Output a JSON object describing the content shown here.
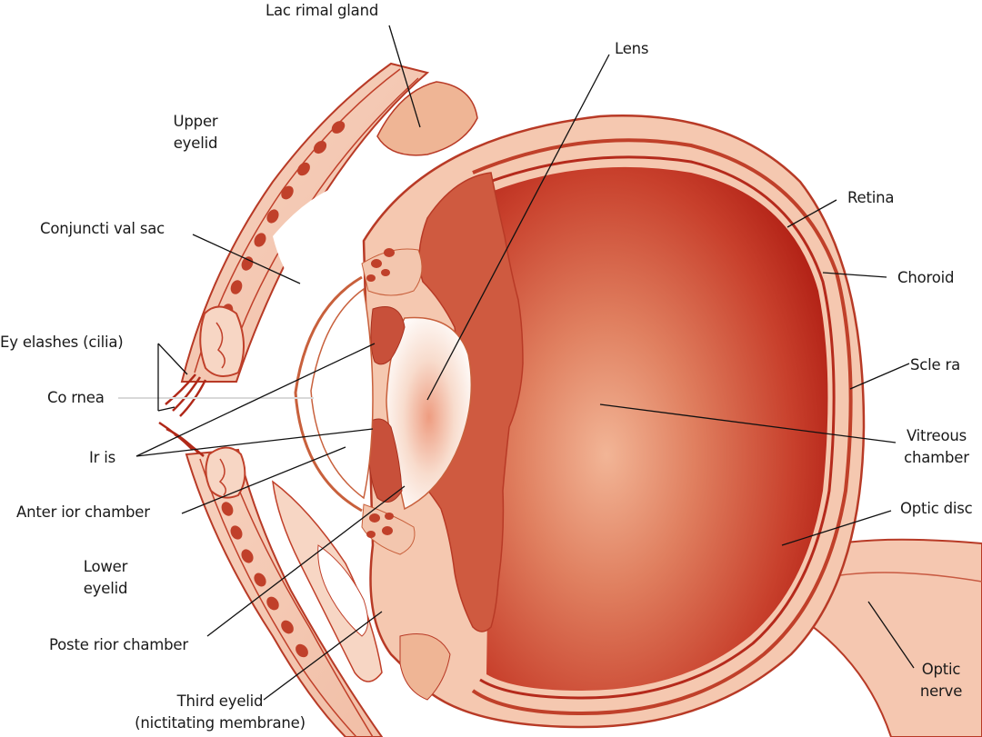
{
  "labels": {
    "lacrimal_gland": "Lac rimal gland",
    "lens": "Lens",
    "upper_eyelid": [
      "Upper",
      "eyelid"
    ],
    "conjunctival_sac": "Conjuncti val sac",
    "retina": "Retina",
    "choroid": "Choroid",
    "eyelashes": "Ey elashes (cilia)",
    "cornea": "Co rnea",
    "sclera": "Scle ra",
    "iris": "Ir is",
    "vitreous_chamber": [
      "Vitreous",
      "chamber"
    ],
    "anterior_chamber": "Anter ior chamber",
    "optic_disc": "Optic disc",
    "lower_eyelid": [
      "Lower",
      "eyelid"
    ],
    "posterior_chamber": "Poste rior chamber",
    "optic_nerve": [
      "Optic",
      "nerve"
    ],
    "third_eyelid": [
      "Third eyelid",
      "(nictitating membrane)"
    ]
  },
  "colors": {
    "vitreous_dark": "#b21e14",
    "vitreous_light": "#f0b090",
    "sclera": "#f5c8b0",
    "outline": "#b83a26",
    "pale_tissue": "#f7d6c4",
    "gland": "#efb595",
    "muscle": "#c0402a",
    "leader_line": "#111111"
  },
  "icons": {
    "eye_cross_section": "eye-cross-section-illustration"
  }
}
